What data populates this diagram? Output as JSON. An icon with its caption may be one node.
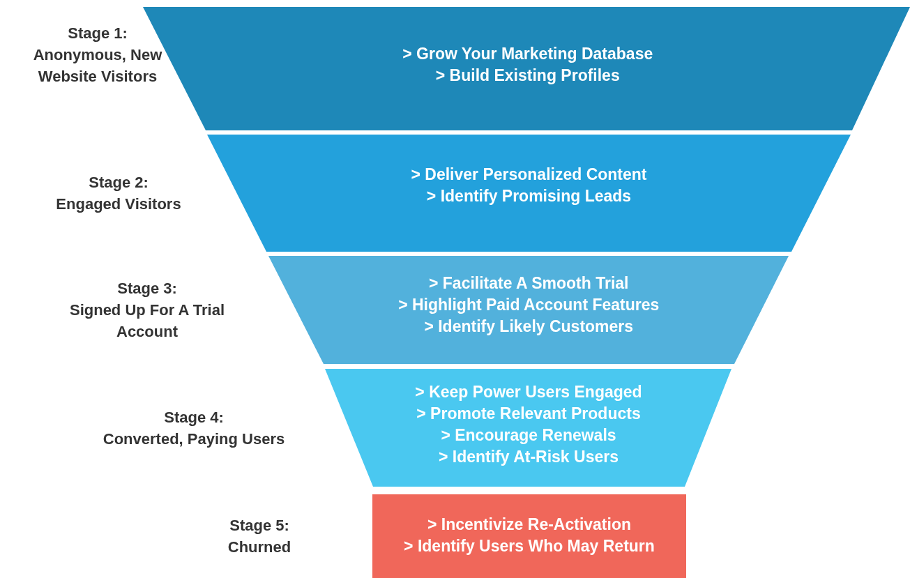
{
  "diagram": {
    "nodes": [
      {
        "text": [
          "> Grow Your Marketing Database",
          "> Build Existing Profiles"
        ],
        "beside": [
          "Stage 1:",
          "Anonymous, New Website Visitors"
        ]
      },
      {
        "text": [
          "> Deliver Personalized Content",
          "> Identify Promising Leads"
        ],
        "beside": [
          "Stage 2:",
          "Engaged Visitors"
        ]
      },
      {
        "text": [
          "> Facilitate A Smooth Trial",
          "> Highlight Paid Account Features",
          "> Identify Likely Customers"
        ],
        "beside": [
          "Stage 3:",
          "Signed Up For A Trial Account"
        ]
      },
      {
        "text": [
          "> Keep Power Users Engaged",
          "> Promote Relevant Products",
          "> Encourage Renewals",
          "> Identify At-Risk Users"
        ],
        "beside": [
          "Stage 4:",
          "Converted, Paying Users"
        ]
      },
      {
        "text": [
          "> Incentivize Re-Activation",
          "> Identify Users Who May Return"
        ],
        "beside": [
          "Stage 5:",
          "Churned"
        ]
      }
    ]
  }
}
